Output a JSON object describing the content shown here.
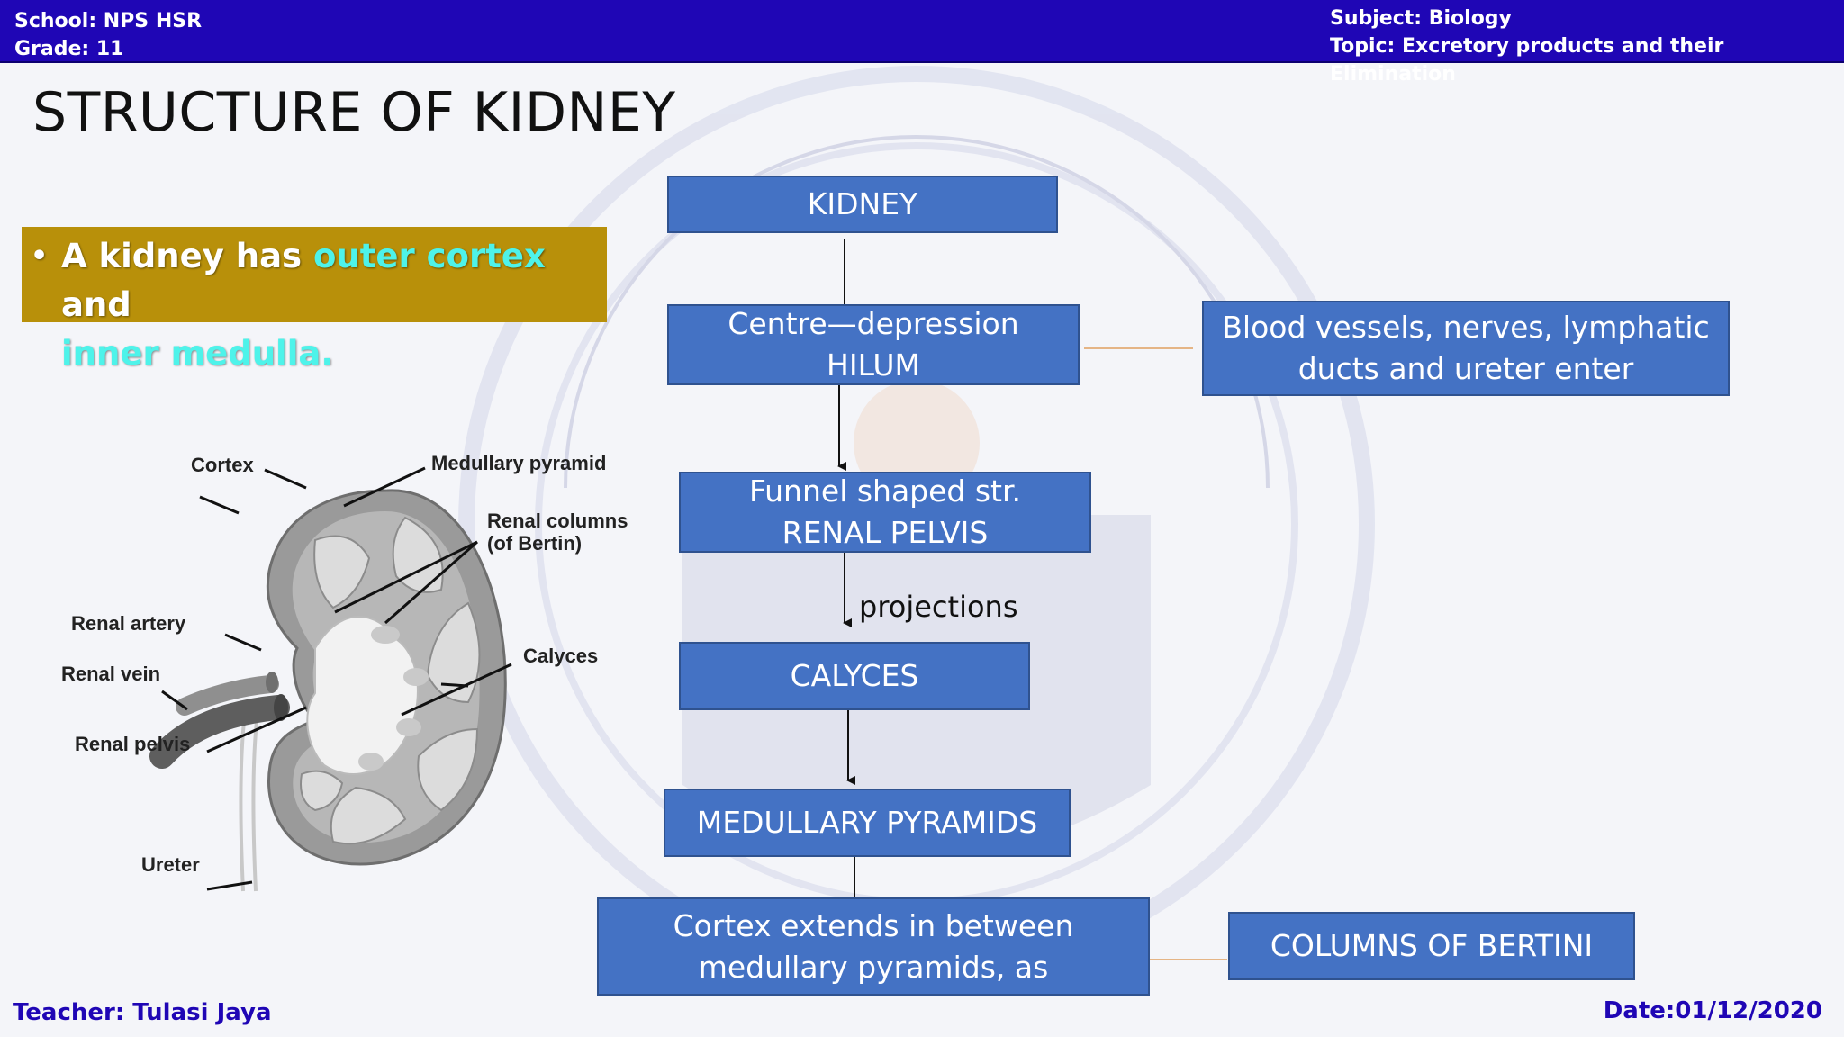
{
  "header": {
    "school": "School: NPS HSR",
    "grade": "Grade: 11",
    "subject": "Subject: Biology",
    "topic": "Topic: Excretory products and their Elimination"
  },
  "title": "STRUCTURE OF KIDNEY",
  "callout": {
    "text_1": "A kidney has ",
    "highlight_1": "outer cortex",
    "text_2": " and",
    "highlight_2": "inner medulla."
  },
  "flowchart": {
    "kidney": "KIDNEY",
    "hilum_line1": "Centre—depression",
    "hilum_line2": "HILUM",
    "hilum_note_line1": "Blood vessels, nerves, lymphatic",
    "hilum_note_line2": "ducts and ureter enter",
    "pelvis_line1": "Funnel shaped str.",
    "pelvis_line2": "RENAL PELVIS",
    "projections": "projections",
    "calyces": "CALYCES",
    "pyramids": "MEDULLARY PYRAMIDS",
    "cortex_line1": "Cortex extends in between",
    "cortex_line2": "medullary pyramids, as",
    "bertini": "COLUMNS OF BERTINI"
  },
  "diagram_labels": {
    "cortex": "Cortex",
    "medullary_pyramid": "Medullary pyramid",
    "renal_columns_1": "Renal columns",
    "renal_columns_2": "(of Bertin)",
    "renal_artery": "Renal artery",
    "renal_vein": "Renal vein",
    "calyces": "Calyces",
    "renal_pelvis": "Renal pelvis",
    "ureter": "Ureter"
  },
  "footer": {
    "teacher": "Teacher: Tulasi Jaya",
    "date": "Date:01/12/2020"
  },
  "colors": {
    "header_bg": "#1f06b5",
    "box_fill": "#4472c4",
    "callout_bg": "#b8900a",
    "highlight": "#4ef3ea"
  }
}
